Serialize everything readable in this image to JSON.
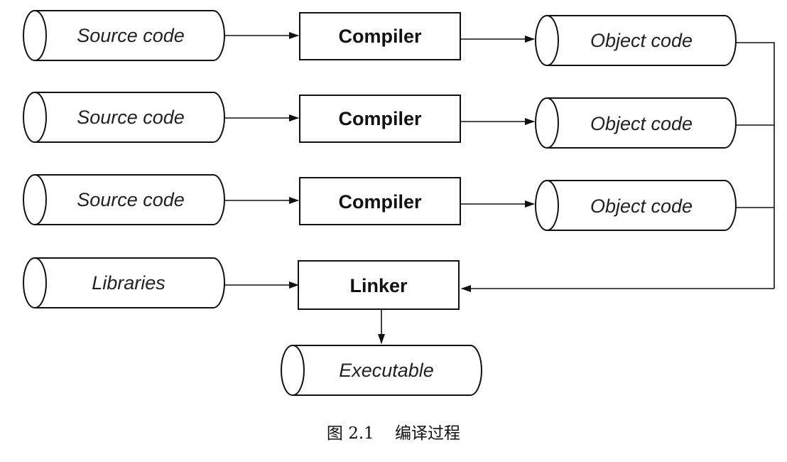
{
  "sources": [
    {
      "label": "Source code"
    },
    {
      "label": "Source code"
    },
    {
      "label": "Source code"
    }
  ],
  "compilers": [
    {
      "label": "Compiler"
    },
    {
      "label": "Compiler"
    },
    {
      "label": "Compiler"
    }
  ],
  "objects": [
    {
      "label": "Object code"
    },
    {
      "label": "Object code"
    },
    {
      "label": "Object code"
    }
  ],
  "libraries": {
    "label": "Libraries"
  },
  "linker": {
    "label": "Linker"
  },
  "executable": {
    "label": "Executable"
  },
  "caption": "图 2.1    编译过程",
  "colors": {
    "stroke": "#111111",
    "background": "#ffffff"
  }
}
